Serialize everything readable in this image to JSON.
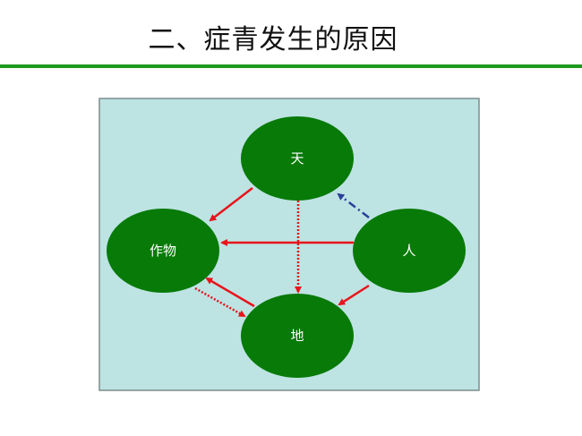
{
  "slide": {
    "title": "二、症青发生的原因"
  },
  "diagram": {
    "nodes": {
      "sky": "天",
      "crop": "作物",
      "human": "人",
      "land": "地"
    },
    "edges": [
      {
        "from": "天",
        "to": "作物",
        "style": "solid",
        "color": "#e8141b"
      },
      {
        "from": "天",
        "to": "地",
        "style": "dotted",
        "color": "#e8141b"
      },
      {
        "from": "人",
        "to": "作物",
        "style": "solid",
        "color": "#e8141b"
      },
      {
        "from": "人",
        "to": "天",
        "style": "dash-dot",
        "color": "#2a3f9a"
      },
      {
        "from": "人",
        "to": "地",
        "style": "solid",
        "color": "#e8141b"
      },
      {
        "from": "地",
        "to": "作物",
        "style": "solid",
        "color": "#e8141b"
      },
      {
        "from": "作物",
        "to": "地",
        "style": "dotted",
        "color": "#e8141b"
      }
    ],
    "colors": {
      "background": "#bde3e3",
      "node": "#077a07",
      "frame": "#7f8c8c"
    }
  }
}
